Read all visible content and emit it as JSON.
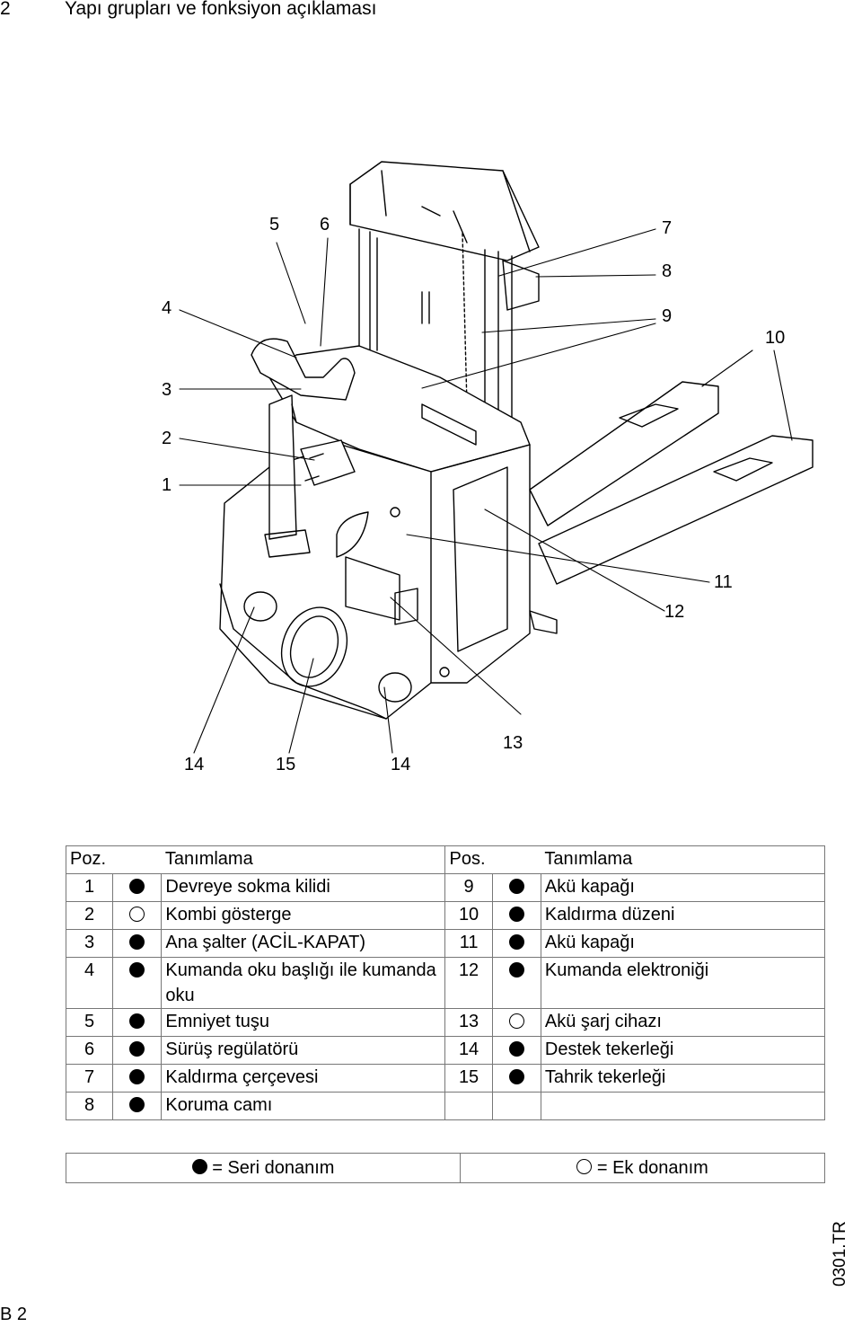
{
  "section": {
    "number": "2",
    "title": "Yapı grupları ve fonksiyon açıklaması"
  },
  "figure": {
    "callouts": [
      {
        "id": "c5",
        "text": "5"
      },
      {
        "id": "c6",
        "text": "6"
      },
      {
        "id": "c7",
        "text": "7"
      },
      {
        "id": "c8",
        "text": "8"
      },
      {
        "id": "c4",
        "text": "4"
      },
      {
        "id": "c9",
        "text": "9"
      },
      {
        "id": "c10",
        "text": "10"
      },
      {
        "id": "c3",
        "text": "3"
      },
      {
        "id": "c2",
        "text": "2"
      },
      {
        "id": "c1",
        "text": "1"
      },
      {
        "id": "c11",
        "text": "11"
      },
      {
        "id": "c12",
        "text": "12"
      },
      {
        "id": "c13",
        "text": "13"
      },
      {
        "id": "c14a",
        "text": "14"
      },
      {
        "id": "c15",
        "text": "15"
      },
      {
        "id": "c14b",
        "text": "14"
      }
    ]
  },
  "table": {
    "headers": {
      "pos_left": "Poz.",
      "desc_left": "Tanımlama",
      "pos_right": "Pos.",
      "desc_right": "Tanımlama"
    },
    "rows": [
      {
        "l_pos": "1",
        "l_std": true,
        "l_desc": "Devreye sokma kilidi",
        "r_pos": "9",
        "r_std": true,
        "r_desc": "Akü kapağı"
      },
      {
        "l_pos": "2",
        "l_std": false,
        "l_desc": "Kombi gösterge",
        "r_pos": "10",
        "r_std": true,
        "r_desc": "Kaldırma düzeni"
      },
      {
        "l_pos": "3",
        "l_std": true,
        "l_desc": "Ana şalter (ACİL-KAPAT)",
        "r_pos": "11",
        "r_std": true,
        "r_desc": "Akü kapağı"
      },
      {
        "l_pos": "4",
        "l_std": true,
        "l_desc": "Kumanda oku başlığı ile kumanda oku",
        "r_pos": "12",
        "r_std": true,
        "r_desc": "Kumanda elektroniği"
      },
      {
        "l_pos": "5",
        "l_std": true,
        "l_desc": "Emniyet tuşu",
        "r_pos": "13",
        "r_std": false,
        "r_desc": "Akü şarj cihazı"
      },
      {
        "l_pos": "6",
        "l_std": true,
        "l_desc": "Sürüş regülatörü",
        "r_pos": "14",
        "r_std": true,
        "r_desc": "Destek tekerleği"
      },
      {
        "l_pos": "7",
        "l_std": true,
        "l_desc": "Kaldırma çerçevesi",
        "r_pos": "15",
        "r_std": true,
        "r_desc": "Tahrik tekerleği"
      },
      {
        "l_pos": "8",
        "l_std": true,
        "l_desc": "Koruma camı",
        "r_pos": "",
        "r_std": null,
        "r_desc": ""
      }
    ]
  },
  "legend": {
    "standard": "= Seri donanım",
    "optional": "= Ek donanım"
  },
  "footer": {
    "code": "0301.TR",
    "page": "B 2"
  }
}
